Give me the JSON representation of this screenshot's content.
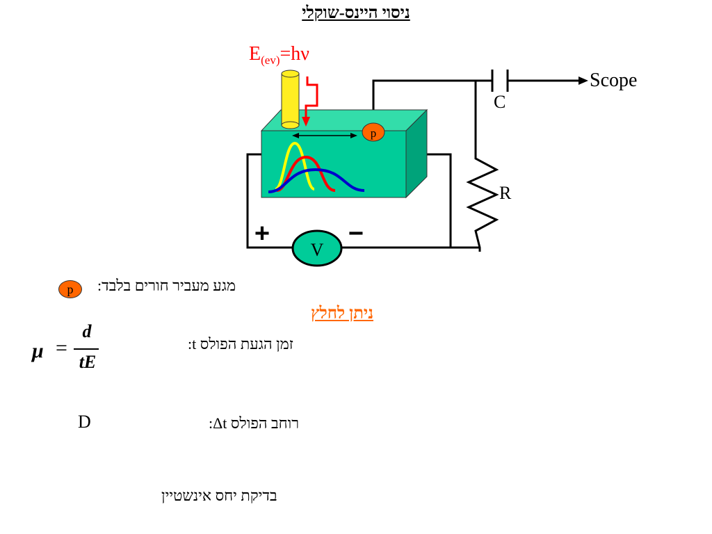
{
  "title": "ניסוי היינס-שוקלי",
  "diagram": {
    "energy": {
      "prefix": "E",
      "sub": "(ev)",
      "suffix": "=hν"
    },
    "probe_label": "p",
    "capacitor_label": "C",
    "scope_label": "Scope",
    "resistor_label": "R",
    "voltmeter_label": "V",
    "plus_sign": "+",
    "minus_sign": "−",
    "colors": {
      "sample_front": "#00cc99",
      "sample_top": "#33ddaa",
      "sample_side": "#00a37a",
      "light_source": "#ffee22",
      "laser": "#ff0000",
      "probe": "#ff6600",
      "voltmeter": "#00cc99",
      "pulse_yellow": "#ffff00",
      "pulse_red": "#ff0000",
      "pulse_blue": "#0000cc",
      "energy_text": "#ff0000"
    }
  },
  "notes": {
    "hole_contact_badge": "p",
    "hole_contact": "מגע מעביר חורים בלבד:",
    "can_extract": "ניתן לחלץ",
    "arrival_time": "זמן הגעת הפולס t:",
    "formula": {
      "mu": "μ",
      "eq": "=",
      "num": "d",
      "den": "tE"
    },
    "pulse_width": "רוחב הפולס Δt:",
    "d_symbol": "D",
    "einstein": "בדיקת יחס אינשטיין"
  }
}
